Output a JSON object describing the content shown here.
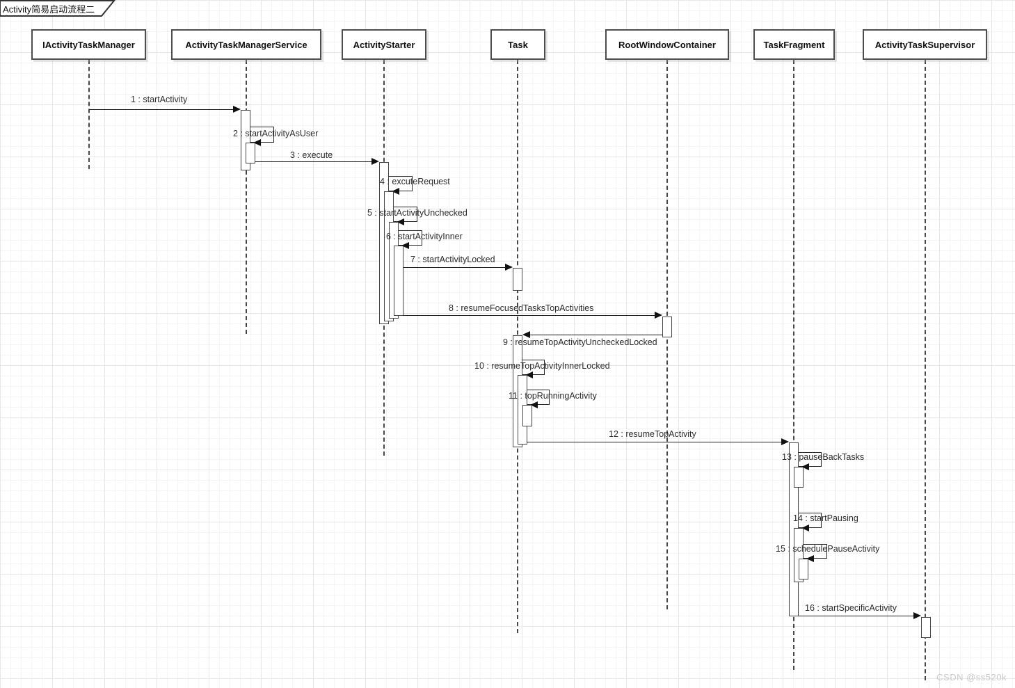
{
  "title": "Activity简易启动流程二",
  "watermark": "CSDN @ss520k",
  "actors": [
    {
      "name": "IActivityTaskManager"
    },
    {
      "name": "ActivityTaskManagerService"
    },
    {
      "name": "ActivityStarter"
    },
    {
      "name": "Task"
    },
    {
      "name": "RootWindowContainer"
    },
    {
      "name": "TaskFragment"
    },
    {
      "name": "ActivityTaskSupervisor"
    }
  ],
  "messages": [
    {
      "text": "1 : startActivity",
      "from": "IActivityTaskManager",
      "to": "ActivityTaskManagerService",
      "kind": "call"
    },
    {
      "text": "2 : startActivityAsUser",
      "from": "ActivityTaskManagerService",
      "to": "ActivityTaskManagerService",
      "kind": "self"
    },
    {
      "text": "3 : execute",
      "from": "ActivityTaskManagerService",
      "to": "ActivityStarter",
      "kind": "call"
    },
    {
      "text": "4 : excuteRequest",
      "from": "ActivityStarter",
      "to": "ActivityStarter",
      "kind": "self"
    },
    {
      "text": "5 : startActivityUnchecked",
      "from": "ActivityStarter",
      "to": "ActivityStarter",
      "kind": "self"
    },
    {
      "text": "6 : startActivityInner",
      "from": "ActivityStarter",
      "to": "ActivityStarter",
      "kind": "self"
    },
    {
      "text": "7 : startActivityLocked",
      "from": "ActivityStarter",
      "to": "Task",
      "kind": "call"
    },
    {
      "text": "8 : resumeFocusedTasksTopActivities",
      "from": "ActivityStarter",
      "to": "RootWindowContainer",
      "kind": "call"
    },
    {
      "text": "9 : resumeTopActivityUncheckedLocked",
      "from": "RootWindowContainer",
      "to": "Task",
      "kind": "call"
    },
    {
      "text": "10 : resumeTopActivityInnerLocked",
      "from": "Task",
      "to": "Task",
      "kind": "self"
    },
    {
      "text": "11 : topRunningActivity",
      "from": "Task",
      "to": "Task",
      "kind": "self"
    },
    {
      "text": "12 : resumeTopActivity",
      "from": "Task",
      "to": "TaskFragment",
      "kind": "call"
    },
    {
      "text": "13 : pauseBackTasks",
      "from": "TaskFragment",
      "to": "TaskFragment",
      "kind": "self"
    },
    {
      "text": "14 : startPausing",
      "from": "TaskFragment",
      "to": "TaskFragment",
      "kind": "self"
    },
    {
      "text": "15 : schedulePauseActivity",
      "from": "TaskFragment",
      "to": "TaskFragment",
      "kind": "self"
    },
    {
      "text": "16 : startSpecificActivity",
      "from": "TaskFragment",
      "to": "ActivityTaskSupervisor",
      "kind": "call"
    }
  ]
}
